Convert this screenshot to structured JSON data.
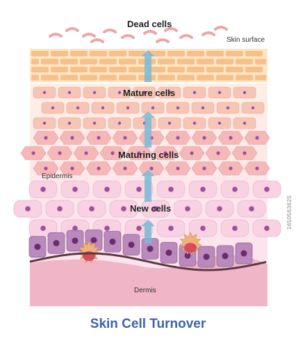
{
  "title": "Skin Cell Turnover",
  "labels": {
    "dead_cells": "Dead cells",
    "skin_surface": "Skin surface",
    "mature_cells": "Mature cells",
    "maturing_cells": "Maturing cells",
    "epidermis": "Epidermis",
    "new_cells": "New cells",
    "dermis": "Dermis"
  },
  "side_credit": "1650563625",
  "colors": {
    "title": "#3e63b0",
    "arrow": "#7ab8d6",
    "dead_cells": "#f0a3a6",
    "brick": "#f6c08b",
    "mature_cell": "#f6c5b6",
    "maturing_cell": "#f4b8b9",
    "new_cell": "#f8d2e3",
    "basal_cell": "#b98abb",
    "nucleus": "#a0509b",
    "dermis": "#f0b5c6",
    "membrane": "#5a3a42"
  }
}
